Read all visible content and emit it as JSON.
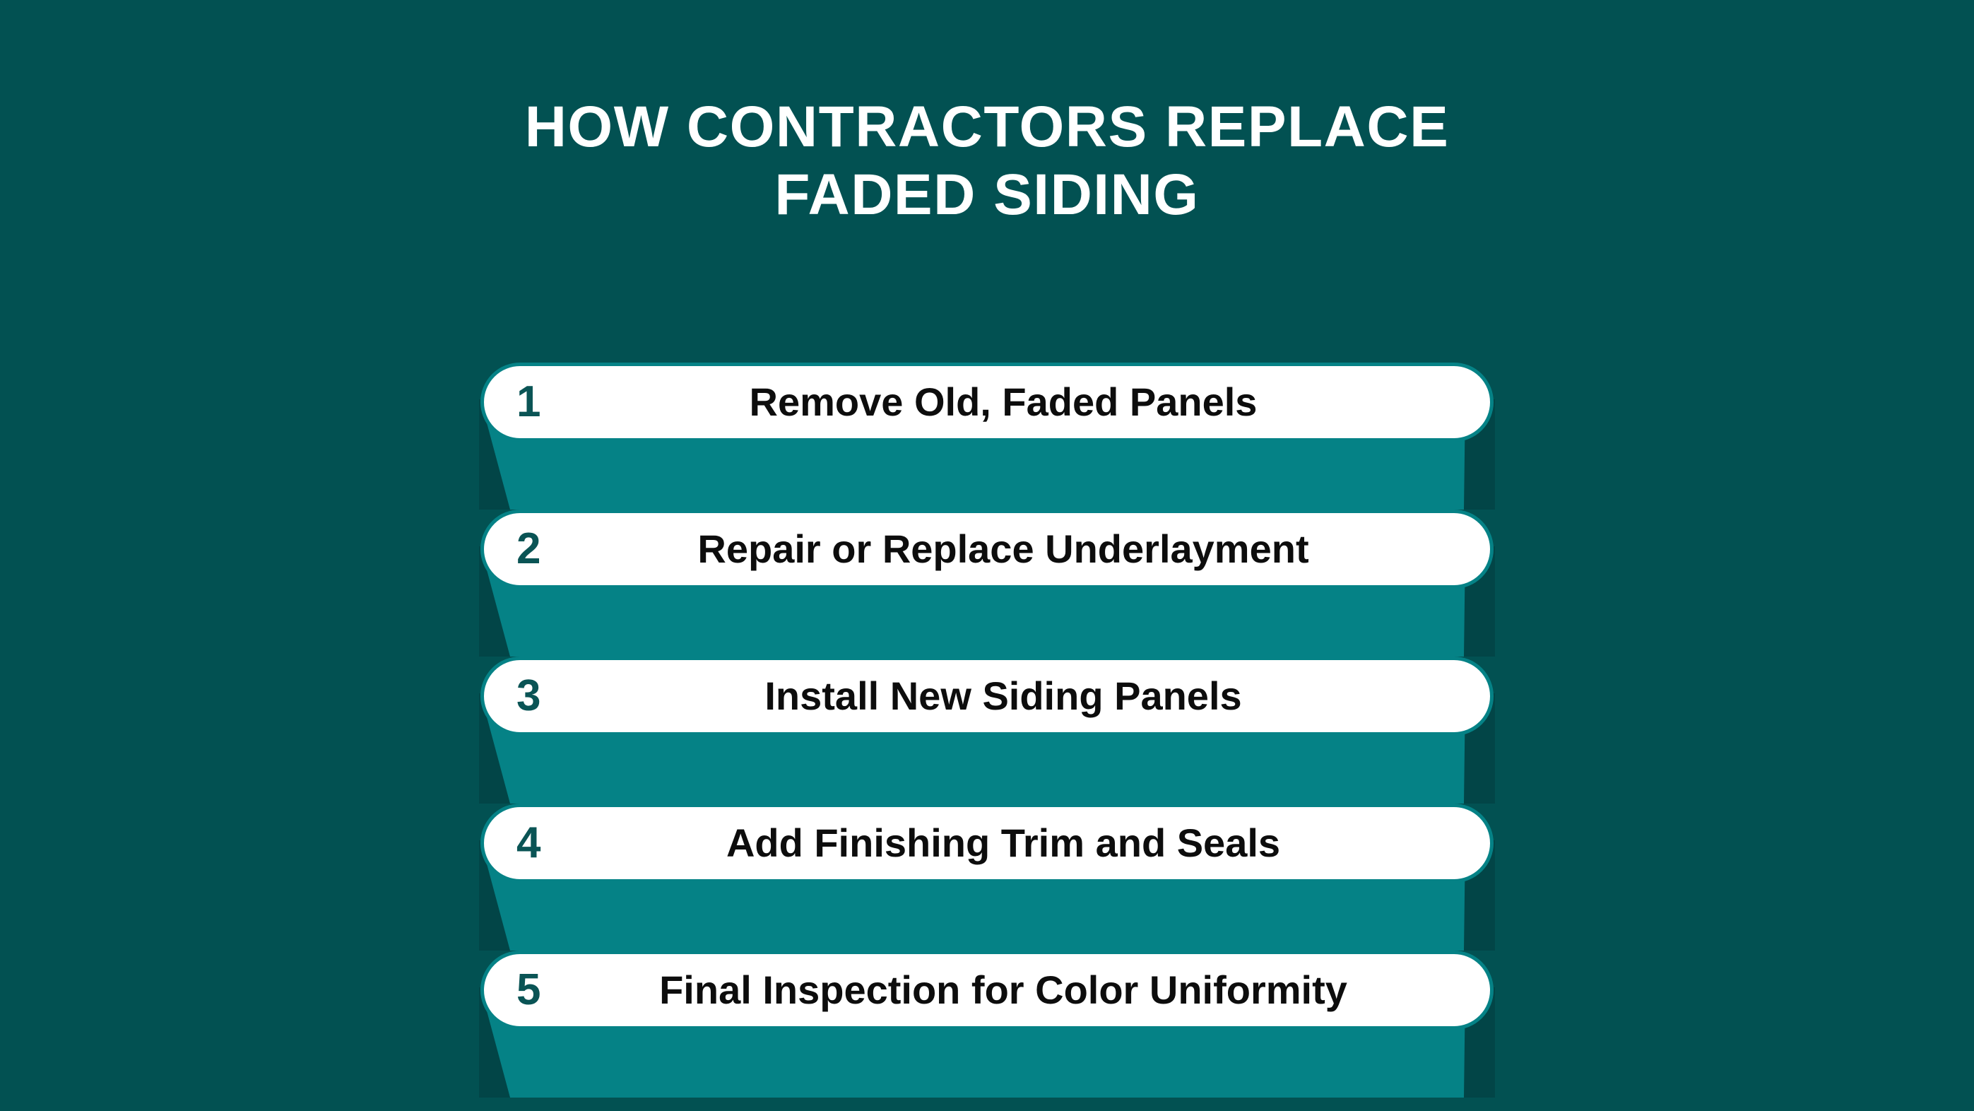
{
  "theme": {
    "background_color": "#025152",
    "shadow_color": "#058286",
    "shadow_dark_color": "#024547",
    "card_background": "#ffffff",
    "card_border_color": "#058286",
    "number_color": "#0A5455",
    "label_color": "#0D0D0D",
    "title_color": "#ffffff"
  },
  "title": {
    "line1": "HOW CONTRACTORS REPLACE",
    "line2": "FADED SIDING"
  },
  "steps": [
    {
      "number": "1",
      "label": "Remove Old, Faded Panels"
    },
    {
      "number": "2",
      "label": "Repair or Replace Underlayment"
    },
    {
      "number": "3",
      "label": "Install New Siding Panels"
    },
    {
      "number": "4",
      "label": "Add Finishing Trim and Seals"
    },
    {
      "number": "5",
      "label": "Final Inspection for Color Uniformity"
    }
  ]
}
